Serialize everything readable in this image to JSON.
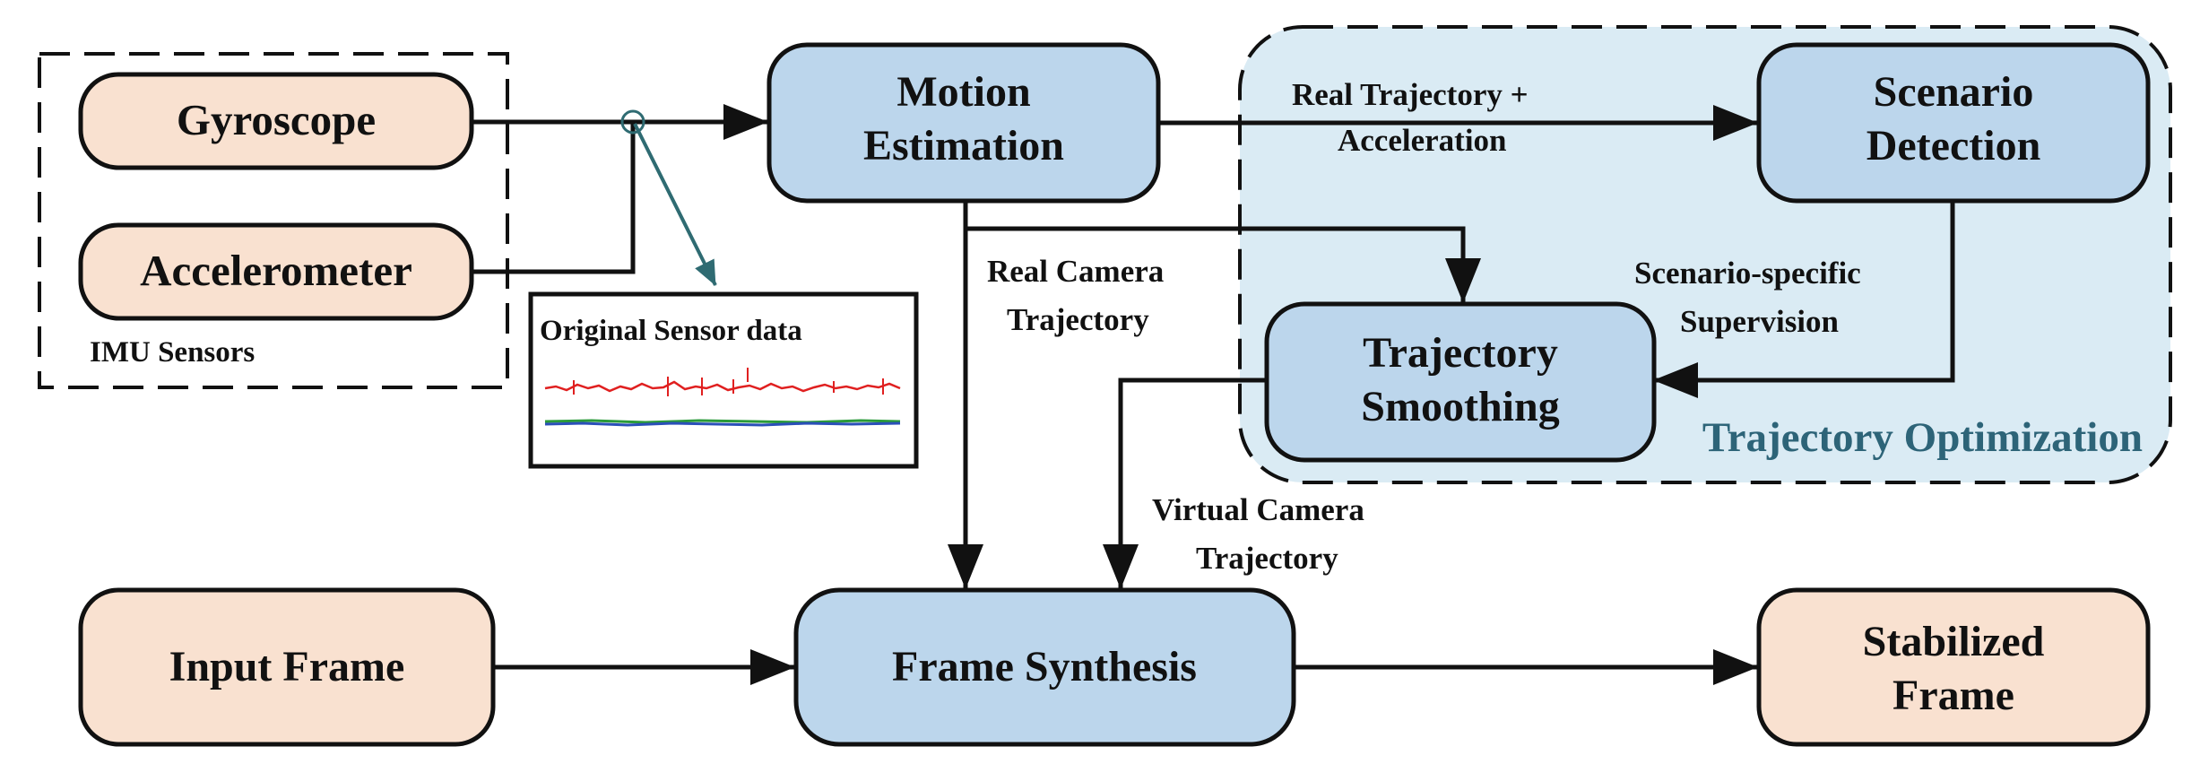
{
  "colors": {
    "orange_fill": "#f9e1d0",
    "blue_fill": "#bcd6ec",
    "optimization_bg": "#daebf4",
    "optimization_text": "#2d6478",
    "teal_arrow": "#2f6b72",
    "line": "#111111",
    "signal_red": "#e02020",
    "signal_green": "#2a9a3a",
    "signal_blue": "#2a4fb8"
  },
  "imu_group": {
    "label": "IMU Sensors"
  },
  "nodes": {
    "gyroscope": "Gyroscope",
    "accelerometer": "Accelerometer",
    "motion_estimation": [
      "Motion",
      "Estimation"
    ],
    "scenario_detection": [
      "Scenario",
      "Detection"
    ],
    "trajectory_smoothing": [
      "Trajectory",
      "Smoothing"
    ],
    "input_frame": "Input Frame",
    "frame_synthesis": "Frame Synthesis",
    "stabilized_frame": [
      "Stabilized",
      "Frame"
    ]
  },
  "sensor_panel": {
    "title": "Original Sensor data"
  },
  "optimization_group": {
    "label": "Trajectory Optimization"
  },
  "edge_labels": {
    "real_trajectory_acceleration": [
      "Real Trajectory +",
      "Acceleration"
    ],
    "real_camera_trajectory": [
      "Real Camera",
      "Trajectory"
    ],
    "scenario_specific_supervision": [
      "Scenario-specific",
      "Supervision"
    ],
    "virtual_camera_trajectory": [
      "Virtual Camera",
      "Trajectory"
    ]
  }
}
